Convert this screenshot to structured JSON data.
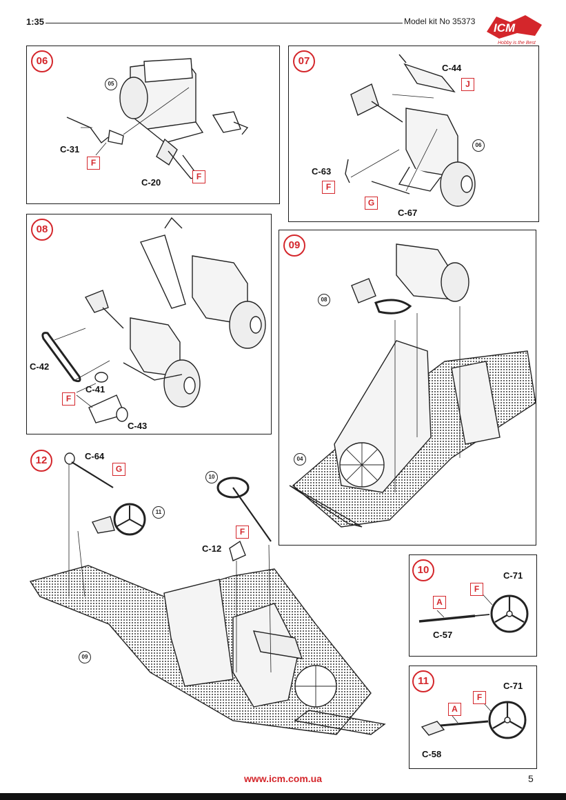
{
  "header": {
    "scale": "1:35",
    "kit_number": "Model kit No 35373",
    "logo_text": "ICM",
    "logo_tagline": "Hobby is the Best",
    "brand_color": "#d4262b"
  },
  "steps": {
    "s06": {
      "number": "06",
      "ref": "05",
      "parts": [
        "C-31",
        "C-20"
      ],
      "tags": [
        "F",
        "F"
      ]
    },
    "s07": {
      "number": "07",
      "ref": "06",
      "parts": [
        "C-44",
        "C-63",
        "C-67"
      ],
      "tags": [
        "J",
        "F",
        "G"
      ]
    },
    "s08": {
      "number": "08",
      "parts": [
        "C-42",
        "C-41",
        "C-43"
      ],
      "tags": [
        "F"
      ]
    },
    "s09": {
      "number": "09",
      "refs": [
        "08",
        "04"
      ]
    },
    "s12": {
      "number": "12",
      "refs": [
        "10",
        "11",
        "09"
      ],
      "parts": [
        "C-64",
        "C-12"
      ],
      "tags": [
        "G",
        "F"
      ]
    },
    "s10": {
      "number": "10",
      "parts": [
        "C-71",
        "C-57"
      ],
      "tags": [
        "F",
        "A"
      ]
    },
    "s11": {
      "number": "11",
      "parts": [
        "C-71",
        "C-58"
      ],
      "tags": [
        "F",
        "A"
      ]
    }
  },
  "footer": {
    "url": "www.icm.com.ua",
    "page": "5"
  }
}
